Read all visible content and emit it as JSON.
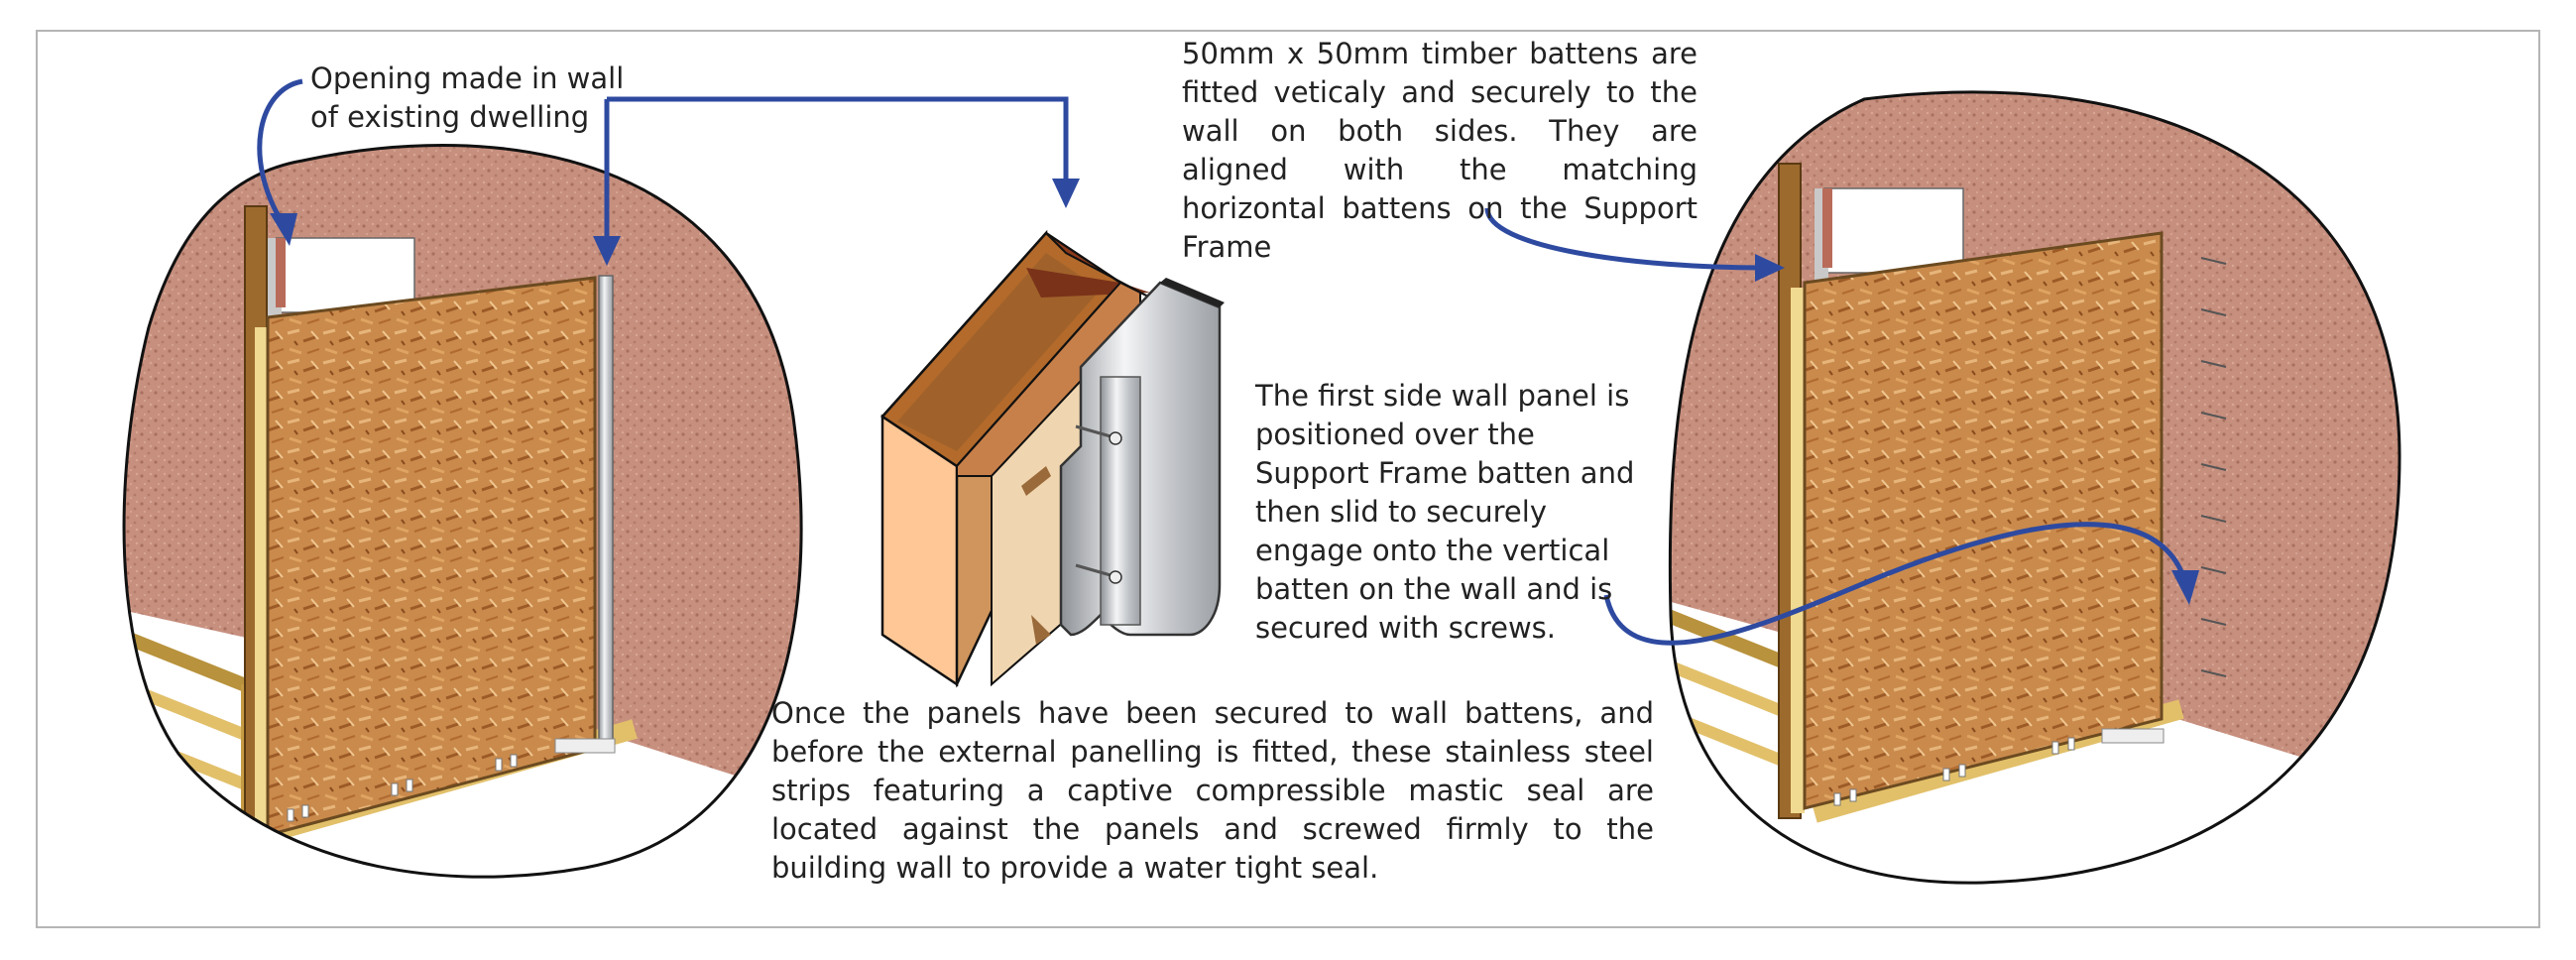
{
  "annotations": {
    "opening": "Opening made in wall of existing dwelling",
    "battens": "50mm x 50mm timber battens are fitted veticaly and securely to the wall on both sides. They are aligned with the matching horizontal battens on the Support Frame",
    "first_panel": "The  first side wall panel is positioned over the Support Frame batten and then slid to securely engage onto the vertical batten on the wall and is secured  with screws.",
    "steel_strips": "Once the panels have been secured to wall battens, and before the external panelling is fitted, these stainless steel strips featuring a captive compressible mastic seal are located against the panels and screwed firmly to the building wall to provide a water tight seal."
  },
  "colors": {
    "arrow": "#2e4aa0",
    "render_wall": "#c78f7e",
    "osb": "#c98a4c",
    "steel": "#c9ccd0",
    "timber": "#e2c06a"
  }
}
